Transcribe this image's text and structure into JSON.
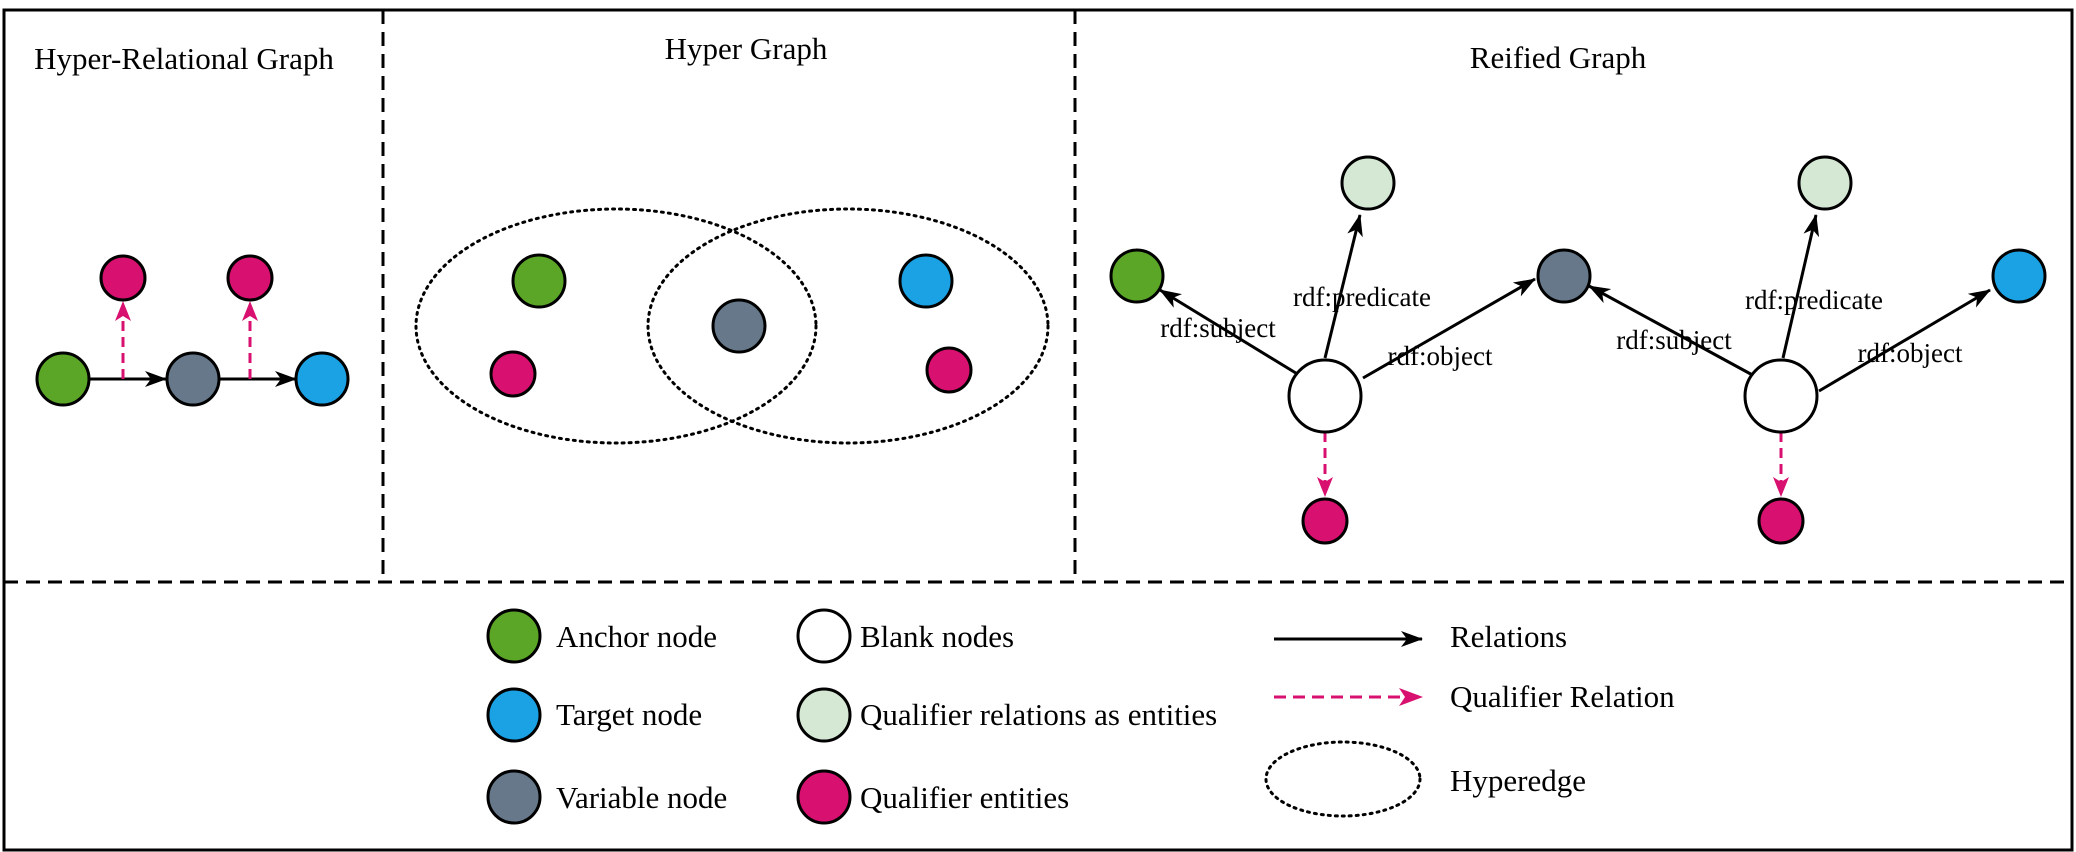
{
  "colors": {
    "anchor": "#5ba626",
    "target": "#1ba2e4",
    "variable": "#66788a",
    "blank": "#ffffff",
    "qualifier_relation_entity": "#d5e8d4",
    "qualifier_entity": "#d8106f",
    "relation_line": "#000000",
    "qualifier_line": "#d8106f"
  },
  "panels": {
    "hyper_relational": {
      "title": "Hyper-Relational Graph"
    },
    "hyper": {
      "title": "Hyper Graph"
    },
    "reified": {
      "title": "Reified Graph",
      "edge_labels": {
        "subject_left": "rdf:subject",
        "predicate_left": "rdf:predicate",
        "object_left": "rdf:object",
        "subject_right": "rdf:subject",
        "predicate_right": "rdf:predicate",
        "object_right": "rdf:object"
      }
    }
  },
  "legend": {
    "anchor": "Anchor node",
    "target": "Target node",
    "variable": "Variable node",
    "blank": "Blank nodes",
    "qualifier_relations_as_entities": "Qualifier relations as entities",
    "qualifier_entities": "Qualifier entities",
    "relations": "Relations",
    "qualifier_relation": "Qualifier Relation",
    "hyperedge": "Hyperedge"
  }
}
